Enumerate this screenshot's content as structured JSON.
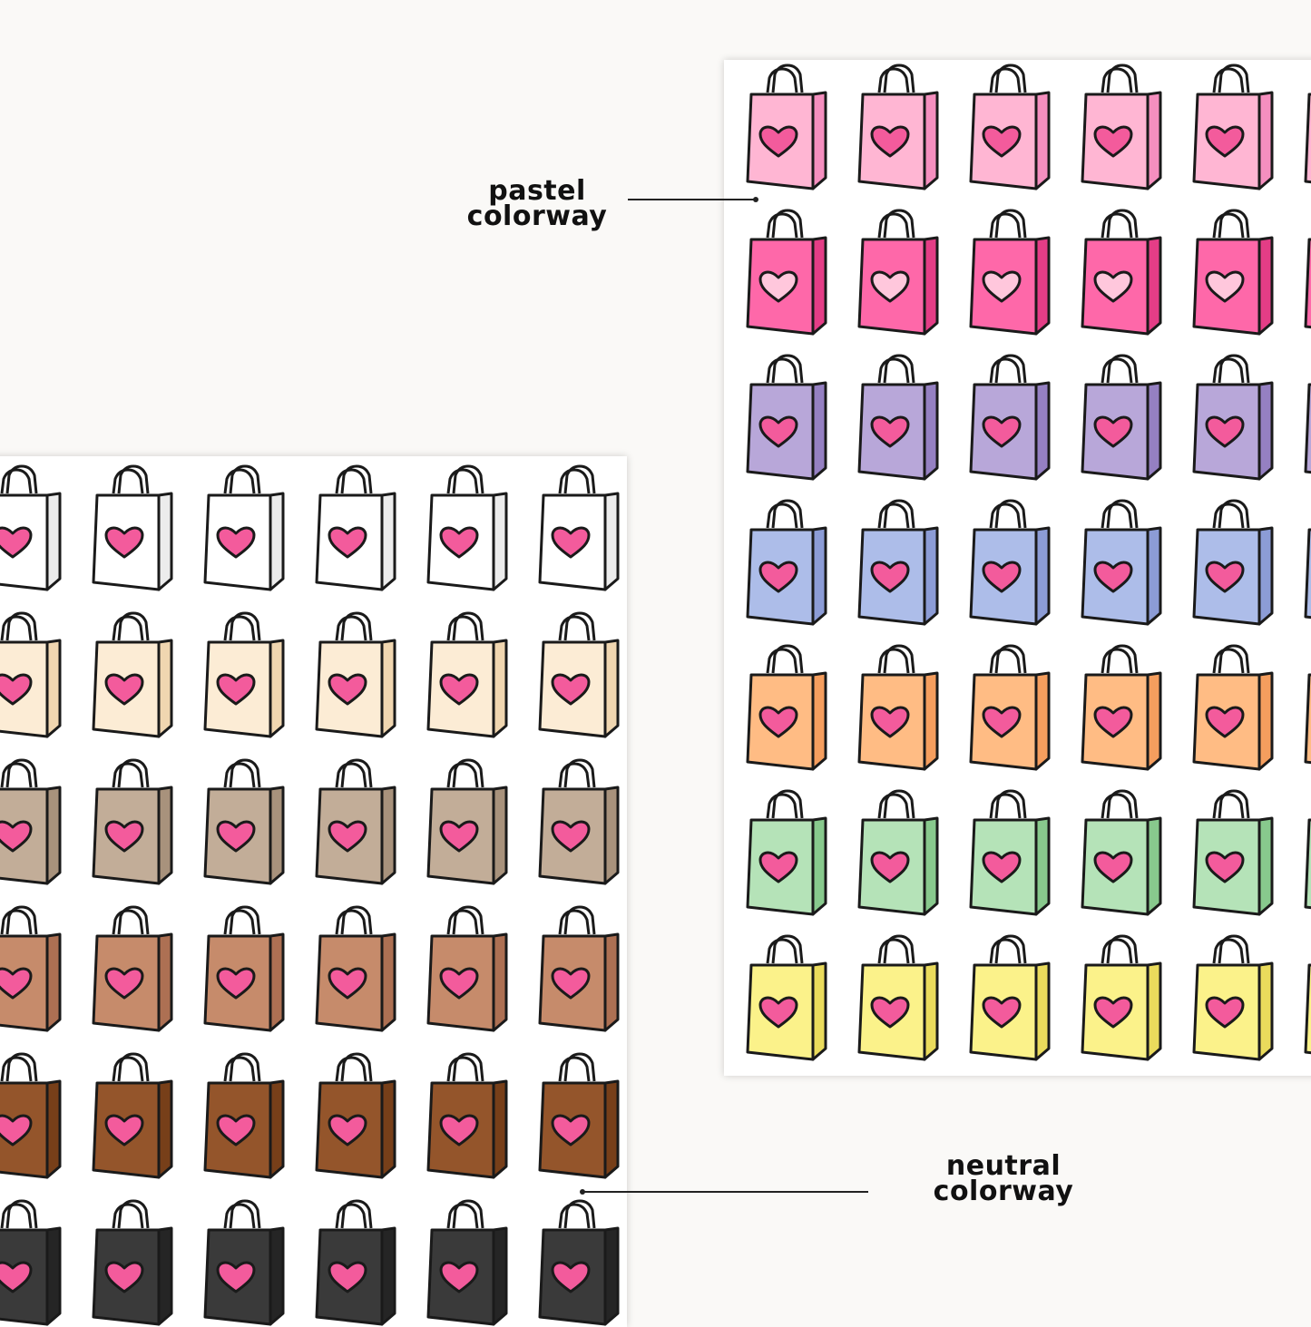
{
  "labels": {
    "pastel": {
      "line1": "pastel",
      "line2": "colorway"
    },
    "neutral": {
      "line1": "neutral",
      "line2": "colorway"
    }
  },
  "sticker_icon": "shopping-bag-with-heart",
  "heart_color": "#f35b9c",
  "outline_color": "#1a1a1a",
  "pastel_colorway": [
    {
      "name": "light-pink",
      "front": "#ffb6d3",
      "side": "#f58fbf"
    },
    {
      "name": "hot-pink",
      "front": "#fe68a9",
      "side": "#e43d86",
      "heart": "#ffc7dc"
    },
    {
      "name": "lavender",
      "front": "#b8a7d9",
      "side": "#9580c2"
    },
    {
      "name": "periwinkle",
      "front": "#adbde9",
      "side": "#8c9cd6"
    },
    {
      "name": "peach",
      "front": "#ffbc84",
      "side": "#f59e5e"
    },
    {
      "name": "mint",
      "front": "#b5e3b8",
      "side": "#88c98d"
    },
    {
      "name": "lemon",
      "front": "#fbf28a",
      "side": "#eadb5c"
    }
  ],
  "neutral_colorway": [
    {
      "name": "white",
      "front": "#ffffff",
      "side": "#ececec"
    },
    {
      "name": "cream",
      "front": "#fcecd5",
      "side": "#f0d6b0"
    },
    {
      "name": "taupe",
      "front": "#c2ad98",
      "side": "#a8927c"
    },
    {
      "name": "tan",
      "front": "#c68b6b",
      "side": "#ad7053"
    },
    {
      "name": "brown",
      "front": "#94552b",
      "side": "#773f19"
    },
    {
      "name": "black",
      "front": "#3a3a3a",
      "side": "#252525"
    }
  ]
}
